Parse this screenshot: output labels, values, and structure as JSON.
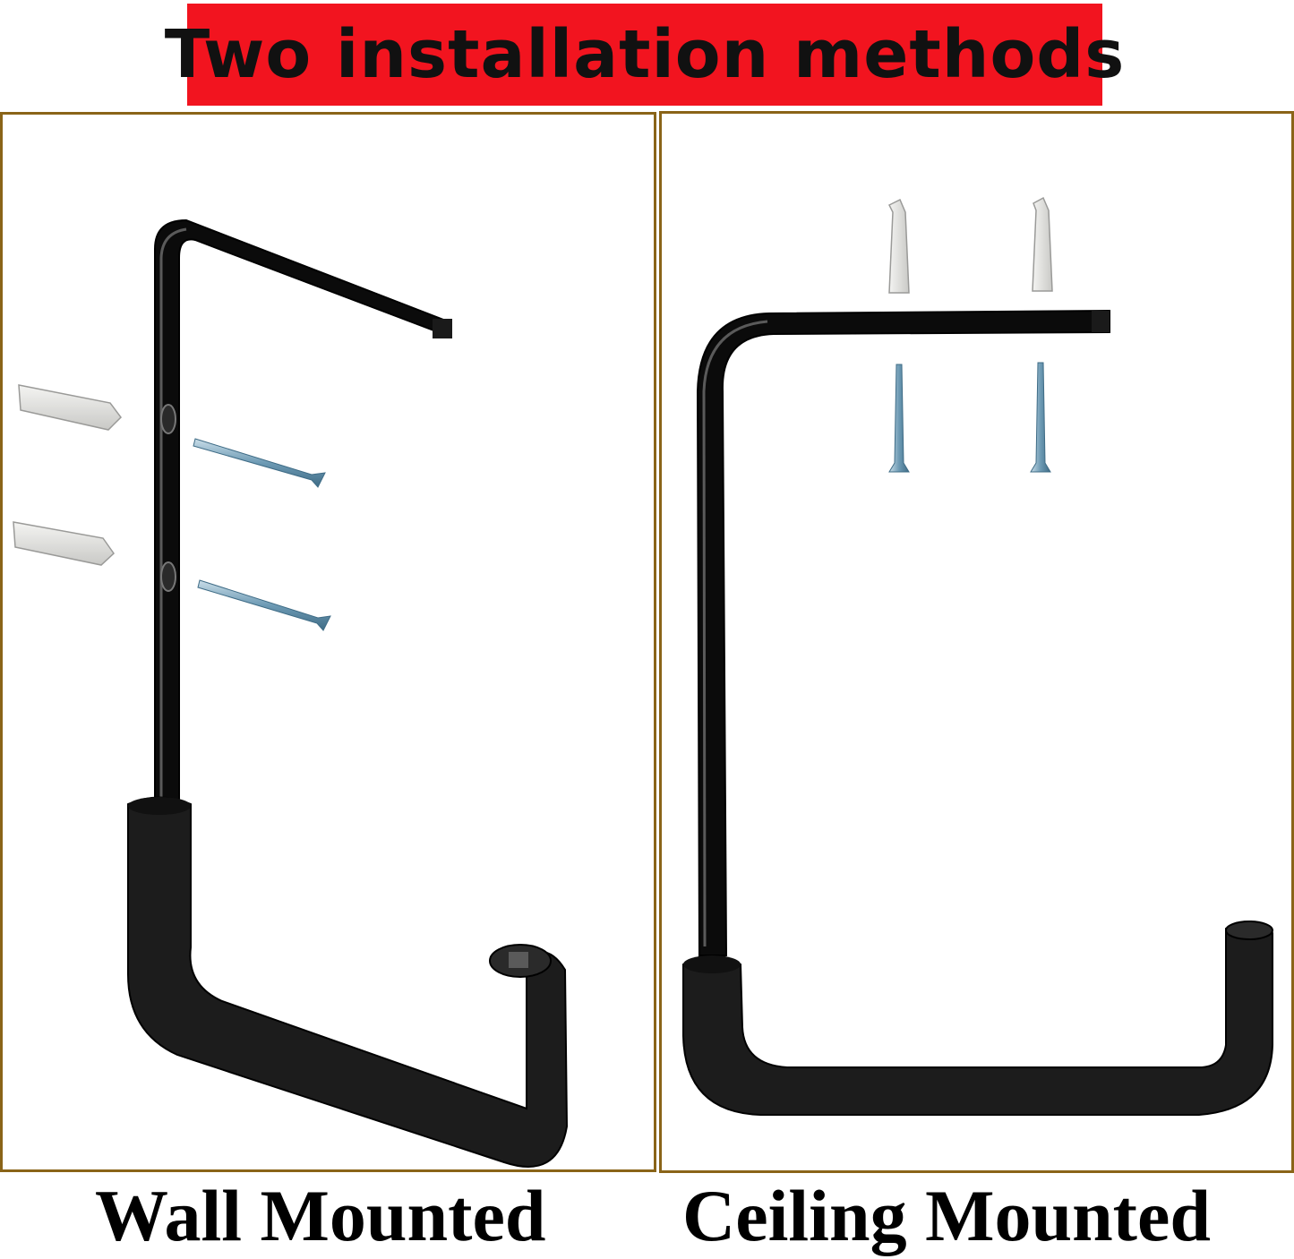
{
  "banner": {
    "title": "Two installation methods",
    "background_color": "#f2141f"
  },
  "panels": {
    "border_color": "#8a6418",
    "wall": {
      "caption": "Wall Mounted"
    },
    "ceiling": {
      "caption": "Ceiling Mounted"
    }
  },
  "icons": {
    "hook": "black-utility-hook-icon",
    "anchor": "white-plastic-wall-anchor-icon",
    "screw": "blue-zinc-screw-icon"
  }
}
